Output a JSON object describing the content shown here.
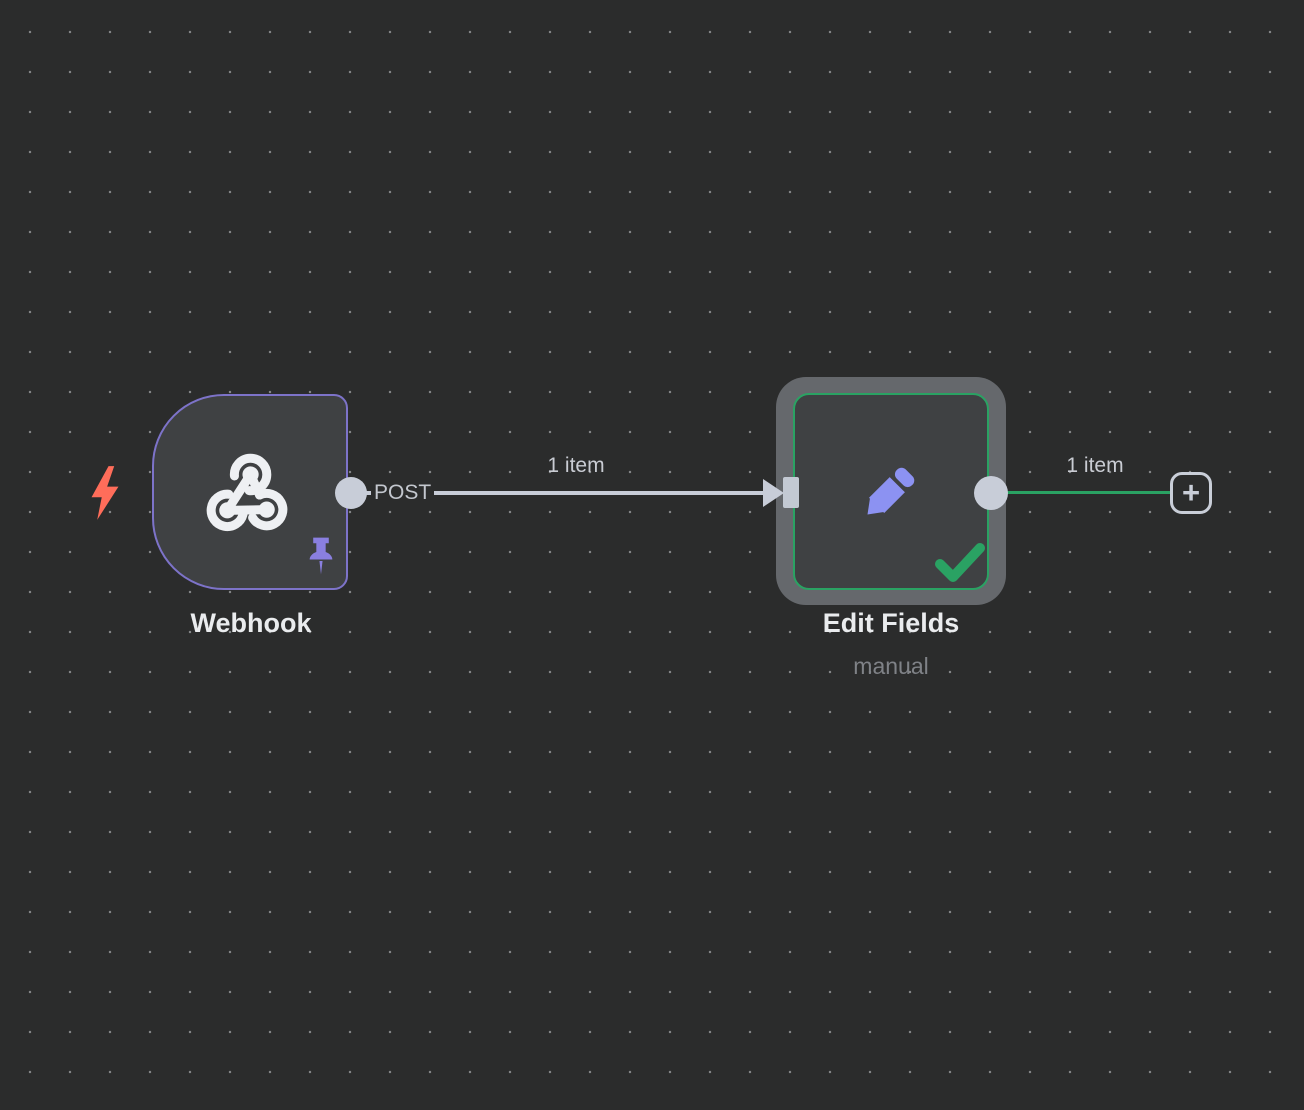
{
  "canvas": {
    "background_color": "#2b2c2c",
    "dot_color": "#828486",
    "grid_style": "dots"
  },
  "workflow": {
    "webhook_node": {
      "title": "Webhook",
      "output_port_label": "POST",
      "border_color": "#7d73c9",
      "trigger_bolt_color": "#ff6d5a",
      "pinned": true,
      "icon": "webhook-icon",
      "icon_color": "#eef0f3",
      "pin_color": "#8a7fe0"
    },
    "edit_fields_node": {
      "title": "Edit Fields",
      "subtitle": "manual",
      "selected": true,
      "success": true,
      "accent_color": "#2aa263",
      "icon": "pencil-icon",
      "icon_color": "#8c92f2"
    },
    "connection_webhook_to_editfields": {
      "items_label": "1 item",
      "color": "#c8cdd8"
    },
    "connection_editfields_output": {
      "items_label": "1 item",
      "color": "#2aa263"
    },
    "add_node_button_label": "+"
  }
}
